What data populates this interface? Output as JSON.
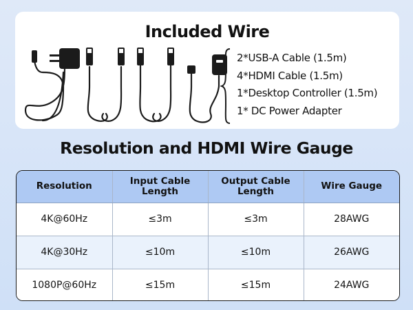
{
  "included_wire": {
    "title": "Included Wire",
    "items": [
      "2*USB-A Cable (1.5m)",
      "4*HDMI Cable (1.5m)",
      "1*Desktop Controller (1.5m)",
      "1* DC Power Adapter"
    ],
    "cable_images": [
      "dc-power-adapter-icon",
      "hdmi-cable-icon",
      "usb-a-cable-icon",
      "desktop-controller-icon"
    ]
  },
  "gauge_section": {
    "title": "Resolution and HDMI Wire Gauge",
    "headers": [
      "Resolution",
      "Input Cable Length",
      "Output Cable Length",
      "Wire Gauge"
    ],
    "rows": [
      [
        "4K@60Hz",
        "≤3m",
        "≤3m",
        "28AWG"
      ],
      [
        "4K@30Hz",
        "≤10m",
        "≤10m",
        "26AWG"
      ],
      [
        "1080P@60Hz",
        "≤15m",
        "≤15m",
        "24AWG"
      ]
    ]
  },
  "colors": {
    "background": "#d6e4f8",
    "header_row": "#aec9f3",
    "alt_row": "#eaf2fc"
  }
}
